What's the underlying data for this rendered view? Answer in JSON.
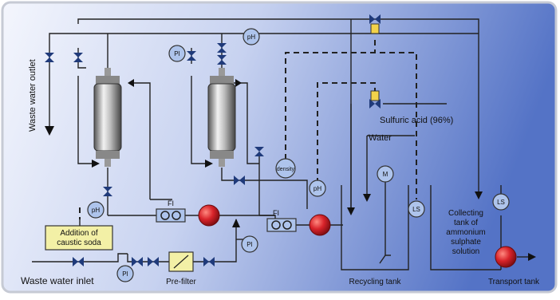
{
  "labels": {
    "waste_water_outlet": "Waste water outlet",
    "waste_water_inlet": "Waste water inlet",
    "addition_line1": "Addition of",
    "addition_line2": "caustic soda",
    "prefilter": "Pre-filter",
    "sulfuric_acid": "Sulfuric acid (96%)",
    "water": "Water",
    "recycling_tank": "Recycling tank",
    "collecting_line1": "Collecting",
    "collecting_line2": "tank of",
    "collecting_line3": "ammonium",
    "collecting_line4": "sulphate",
    "collecting_line5": "solution",
    "transport_tank": "Transport tank"
  },
  "instruments": {
    "ph_top": "pH",
    "pi_top": "PI",
    "ph_left": "pH",
    "fi_left": "FI",
    "fi_right": "FI",
    "density": "density",
    "ph_mid": "pH",
    "pi_right": "PI",
    "pi_inlet": "PI",
    "motor": "M",
    "ls_recycling": "LS",
    "ls_collecting": "LS"
  },
  "colors": {
    "background_left": "#eef1fb",
    "background_right": "#5a78c8",
    "pump": "#d8232a",
    "valve": "#1f3a7a",
    "instrument_fill": "#aec4ec",
    "caustic_box": "#f3f0a6",
    "line": "#222222"
  }
}
